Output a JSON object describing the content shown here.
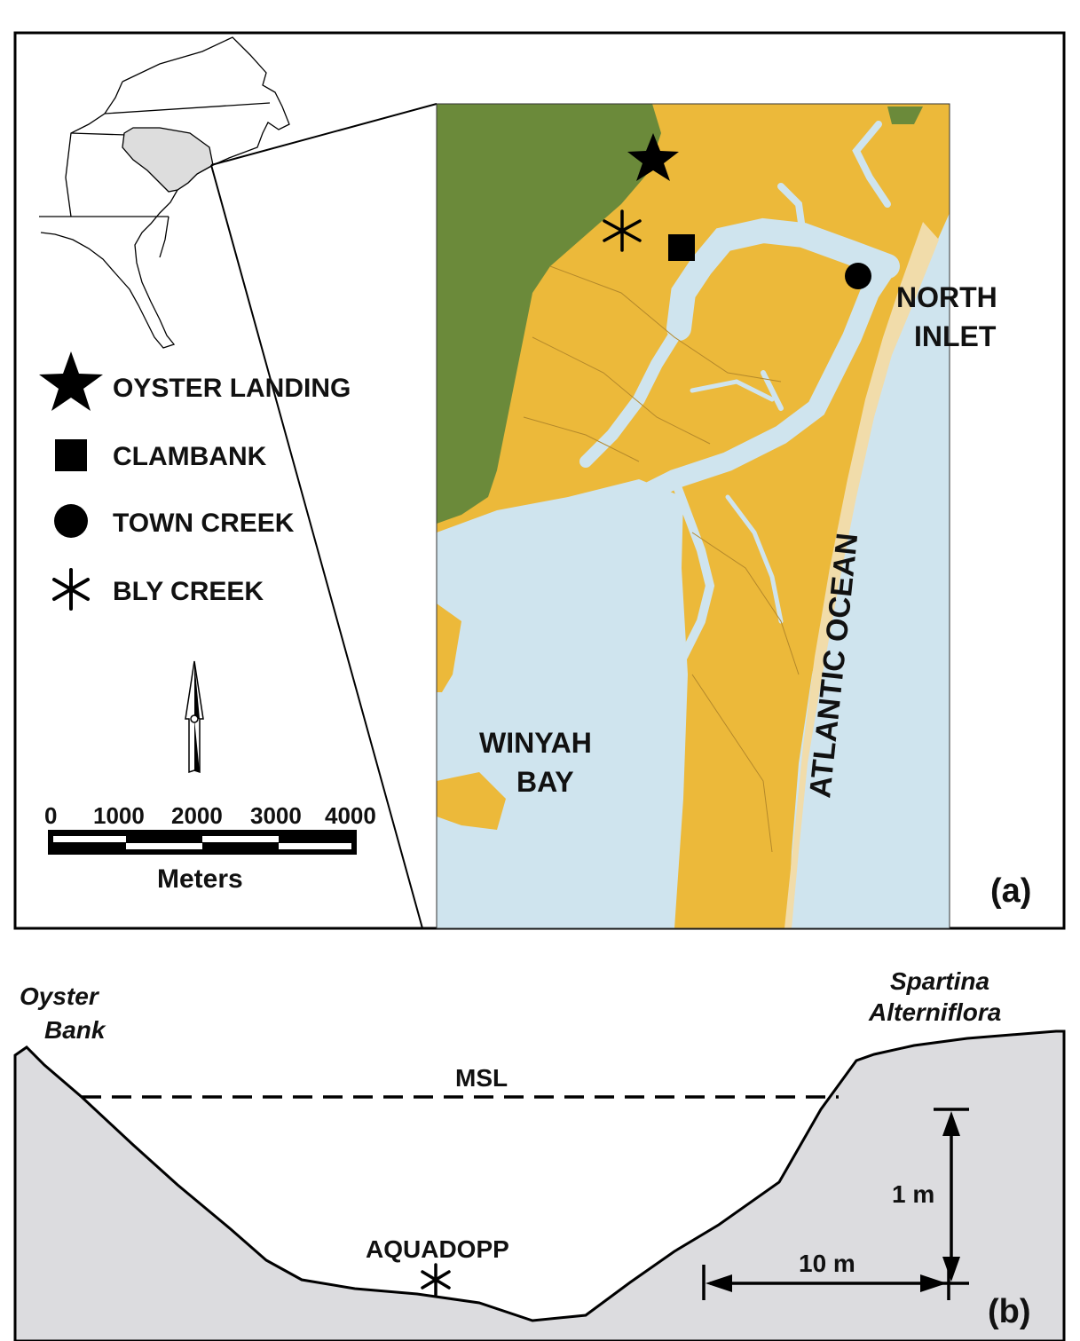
{
  "panel_a": {
    "label": "(a)",
    "legend": [
      {
        "symbol": "star-icon",
        "text": "OYSTER LANDING"
      },
      {
        "symbol": "square-icon",
        "text": "CLAMBANK"
      },
      {
        "symbol": "circle-icon",
        "text": "TOWN CREEK"
      },
      {
        "symbol": "asterisk-icon",
        "text": "BLY CREEK"
      }
    ],
    "scale_bar": {
      "ticks": [
        "0",
        "1000",
        "2000",
        "3000",
        "4000"
      ],
      "unit": "Meters"
    },
    "place_labels": {
      "north_inlet_1": "NORTH",
      "north_inlet_2": "INLET",
      "winyah_1": "WINYAH",
      "winyah_2": "BAY",
      "ocean": "ATLANTIC OCEAN"
    },
    "colors": {
      "upland": "#6b8a3a",
      "marsh": "#ecb93a",
      "water": "#cfe4ee",
      "beach": "#f1dcaa",
      "inset_state": "#dddddd"
    }
  },
  "panel_b": {
    "label": "(b)",
    "left_bank_1": "Oyster",
    "left_bank_2": "Bank",
    "right_bank_1": "Spartina",
    "right_bank_2": "Alterniflora",
    "msl": "MSL",
    "instrument": "AQUADOPP",
    "vertical_scale": "1 m",
    "horizontal_scale": "10 m",
    "colors": {
      "ground": "#dcdcdf"
    }
  }
}
